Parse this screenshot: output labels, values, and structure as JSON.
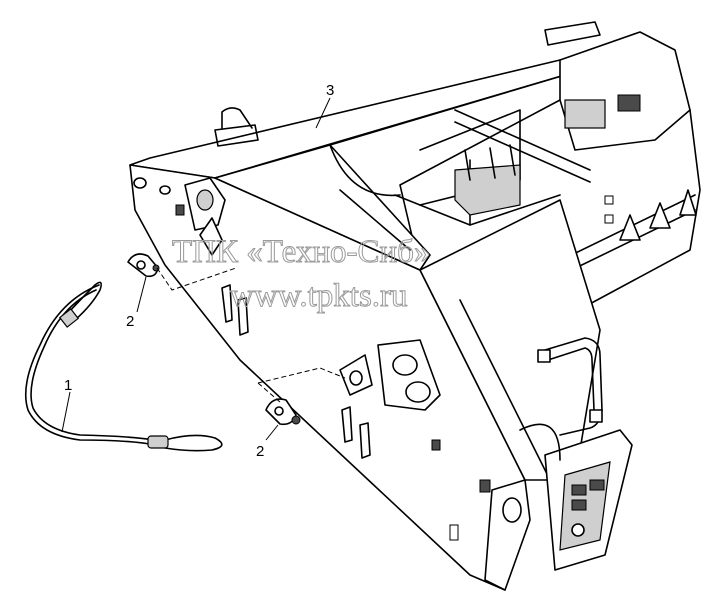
{
  "callouts": {
    "cable": "1",
    "shackle_upper": "2",
    "shackle_lower": "2",
    "frame": "3"
  },
  "watermark": {
    "line1": "ТПК «Техно-Сиб»",
    "line2": "www.tpkts.ru"
  }
}
